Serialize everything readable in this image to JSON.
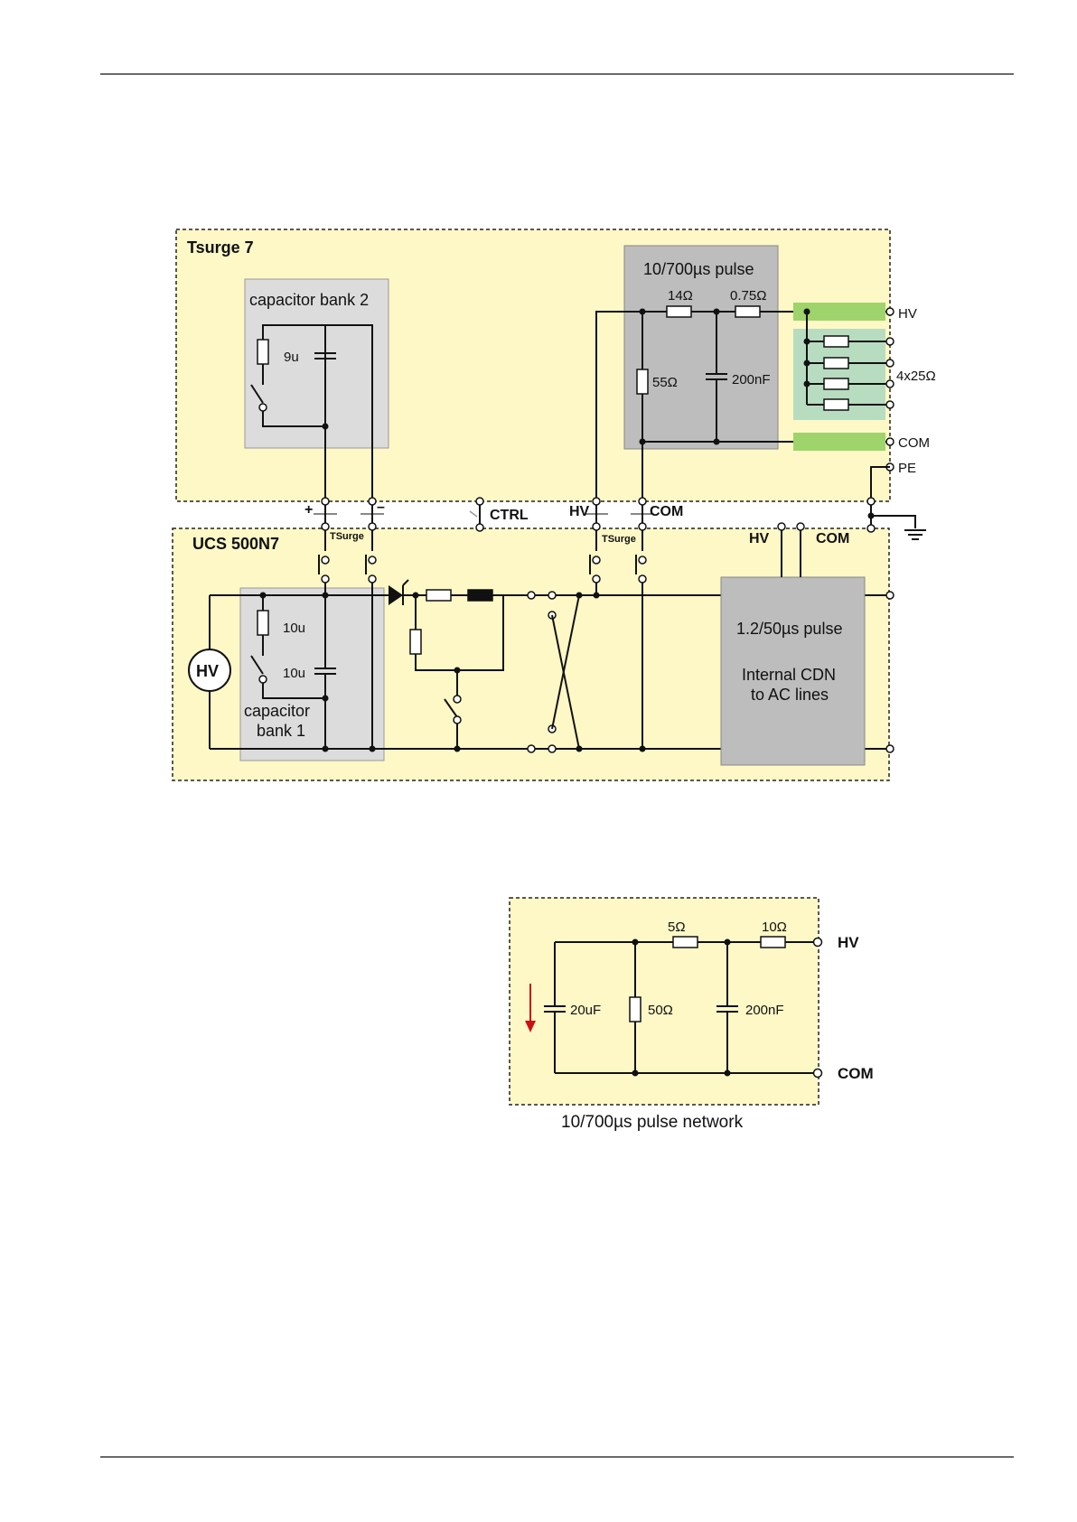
{
  "colors": {
    "panel": "#fdf8c6",
    "box_gray": "#bdbdbd",
    "box_light": "#dcdcdc",
    "green": "#9fd36b",
    "teal": "#b8dcc0",
    "wire": "#111111",
    "arrow": "#cc1111"
  },
  "tsurge": {
    "title": "Tsurge 7",
    "cap_bank2": {
      "label": "capacitor bank 2",
      "cap": "9u"
    },
    "pulse": {
      "title": "10/700µs pulse",
      "r1": "14Ω",
      "r2": "0.75Ω",
      "r3": "55Ω",
      "c": "200nF"
    },
    "outputs": {
      "hv": "HV",
      "res": "4x25Ω",
      "com": "COM",
      "pe": "PE"
    }
  },
  "connectors": {
    "plus": "+",
    "minus": "–",
    "ctrl": "CTRL",
    "hv": "HV",
    "com": "COM",
    "tsurge1": "TSurge",
    "tsurge2": "TSurge"
  },
  "ucs": {
    "title": "UCS 500N7",
    "hv_source": "HV",
    "cap_bank1": {
      "c1": "10u",
      "c2": "10u",
      "label_line1": "capacitor",
      "label_line2": "bank 1"
    },
    "pulse_box": {
      "line1": "1.2/50µs pulse",
      "line2": "Internal CDN",
      "line3": "to AC lines"
    },
    "hv": "HV",
    "com": "COM"
  },
  "network": {
    "caption": "10/700µs pulse network",
    "c1": "20uF",
    "r1": "50Ω",
    "r2": "5Ω",
    "r3": "10Ω",
    "c2": "200nF",
    "hv": "HV",
    "com": "COM"
  }
}
